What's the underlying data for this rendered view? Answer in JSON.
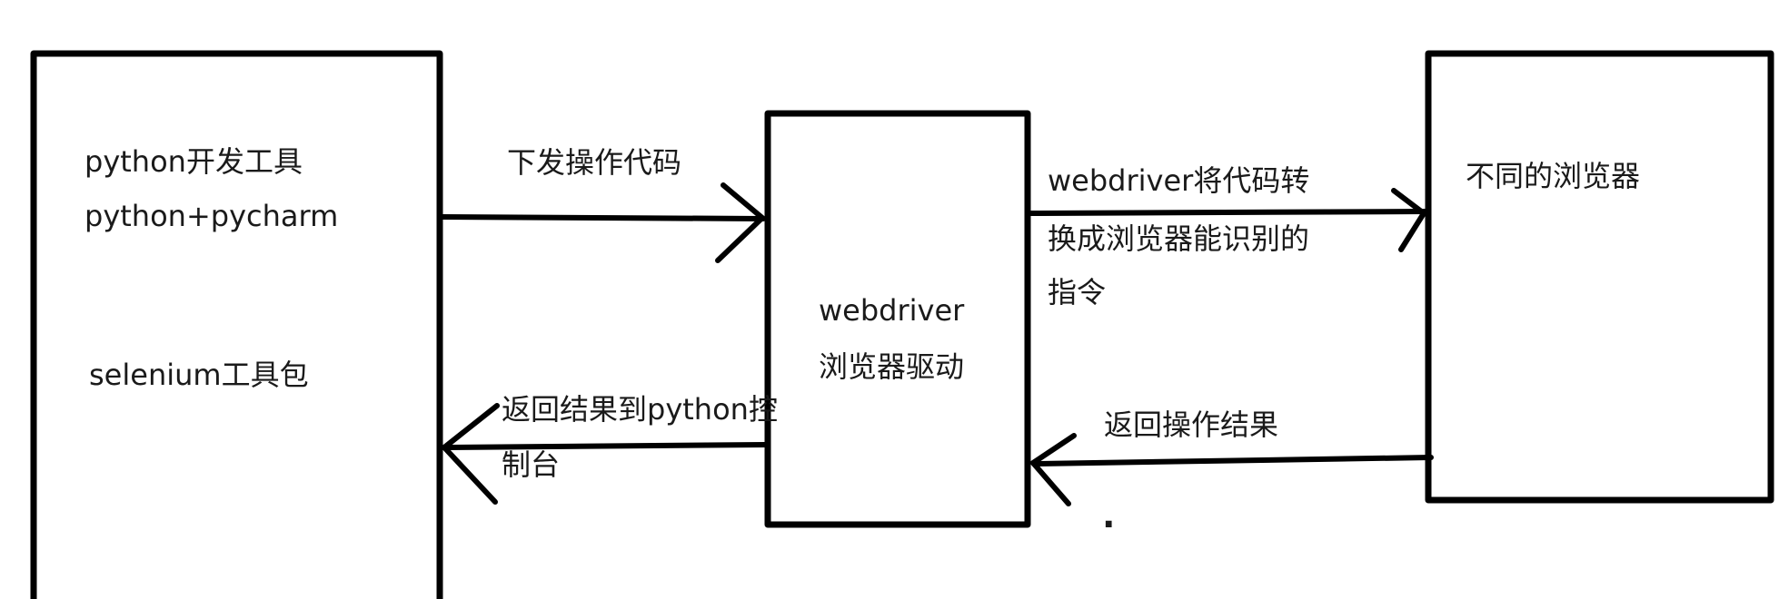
{
  "left_box": {
    "line1": "python开发工具",
    "line2": "python+pycharm",
    "line3": "selenium工具包"
  },
  "middle_box": {
    "line1": "webdriver",
    "line2": "浏览器驱动"
  },
  "right_box": {
    "line1": "不同的浏览器"
  },
  "arrow_left_to_middle": {
    "label": "下发操作代码"
  },
  "arrow_middle_to_right": {
    "line1": "webdriver将代码转",
    "line2": "换成浏览器能识别的",
    "line3": "指令"
  },
  "arrow_right_to_middle": {
    "label": "返回操作结果",
    "dot": "."
  },
  "arrow_middle_to_left": {
    "line1": "返回结果到python控",
    "line2": "制台"
  }
}
